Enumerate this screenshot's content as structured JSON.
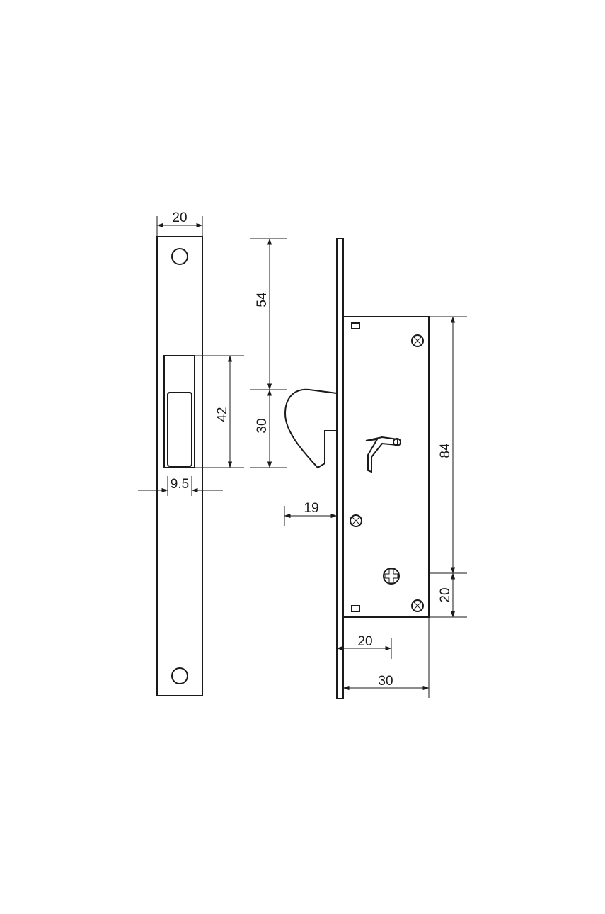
{
  "drawing": {
    "colors": {
      "line": "#1a1a1a",
      "background": "#ffffff"
    },
    "dimensions": {
      "strike_width": "20",
      "opening_height": "42",
      "opening_inset": "9.5",
      "top_offset": "54",
      "hook_height": "30",
      "backset": "19",
      "body_height": "84",
      "bottom_offset": "20",
      "lower_depth": "20",
      "body_depth": "30"
    }
  }
}
